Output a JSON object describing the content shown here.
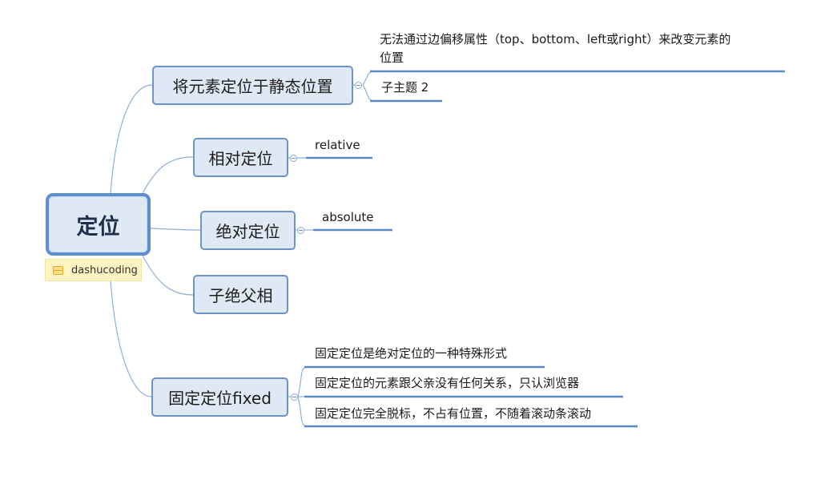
{
  "colors": {
    "branch_fill": "#dfe8f5",
    "branch_border": "#6c94c8",
    "connector": "#8fb0d8",
    "underline": "#5b89c6",
    "tag_fill": "#fdf4c2",
    "tag_icon": "#e8a93a"
  },
  "root": {
    "title": "定位",
    "tag_label": "dashucoding",
    "tag_icon": "note-icon"
  },
  "branches": [
    {
      "label": "将元素定位于静态位置",
      "children": [
        "无法通过边偏移属性（top、bottom、left或right）来改变元素的",
        "位置",
        "子主题 2"
      ]
    },
    {
      "label": "相对定位",
      "children": [
        "relative"
      ]
    },
    {
      "label": "绝对定位",
      "children": [
        "absolute"
      ]
    },
    {
      "label": "子绝父相",
      "children": []
    },
    {
      "label": "固定定位fixed",
      "children": [
        "固定定位是绝对定位的一种特殊形式",
        "固定定位的元素跟父亲没有任何关系，只认浏览器",
        "固定定位完全脱标，不占有位置，不随着滚动条滚动"
      ]
    }
  ]
}
